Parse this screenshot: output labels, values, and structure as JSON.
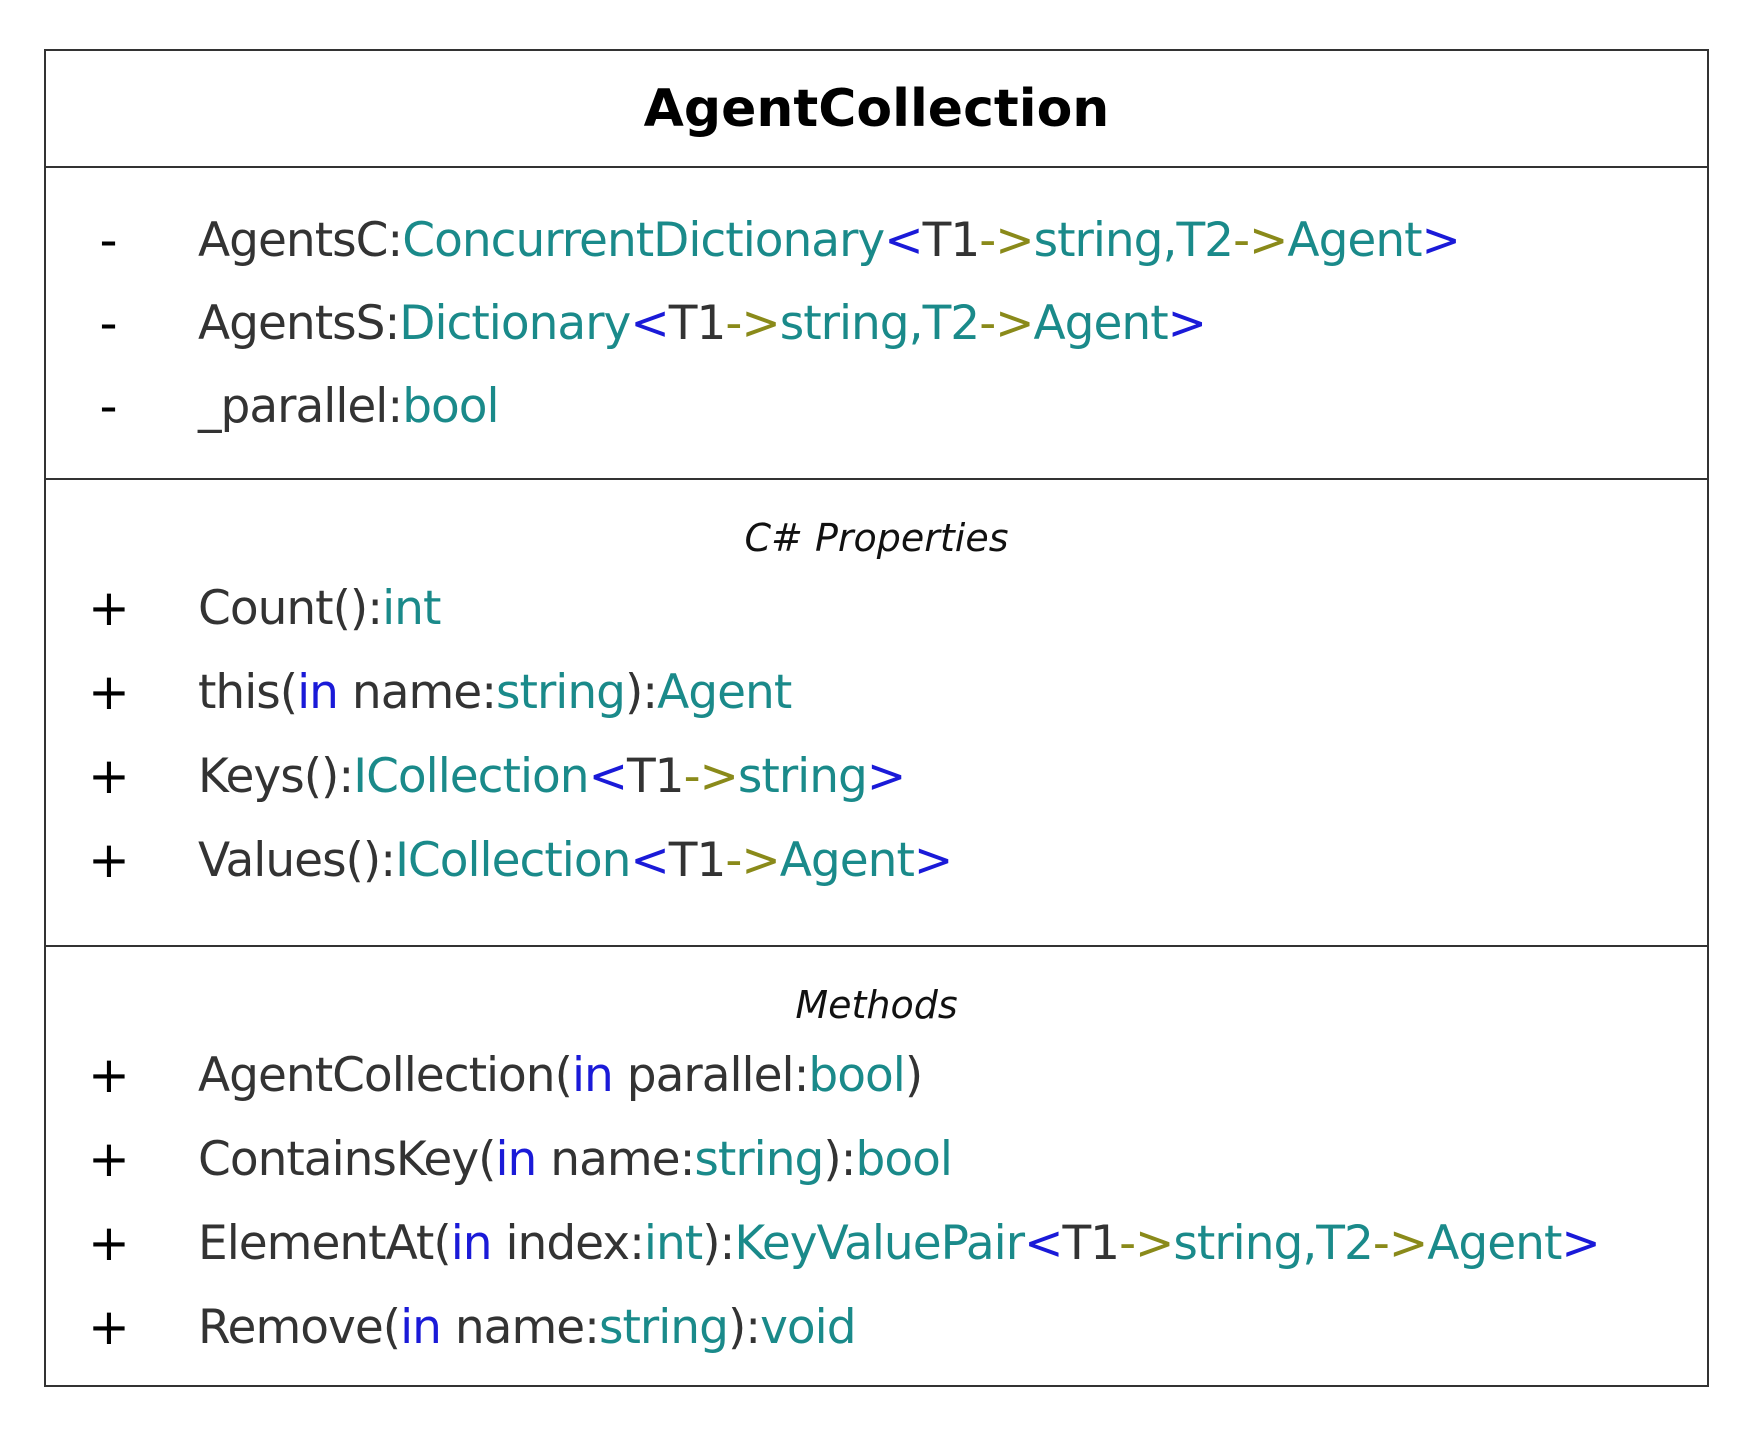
{
  "class": {
    "name": "AgentCollection"
  },
  "attributes": [
    {
      "vis": "-",
      "name": "AgentsC:",
      "type": "ConcurrentDictionary",
      "lt": "<",
      "p1": "T1",
      "arr1": "->",
      "p1type": "string,",
      "p2": "T2",
      "arr2": "->",
      "p2type": "Agent",
      "gt": ">"
    },
    {
      "vis": "-",
      "name": "AgentsS:",
      "type": "Dictionary",
      "lt": "<",
      "p1": "T1",
      "arr1": "->",
      "p1type": "string,",
      "p2": "T2",
      "arr2": "->",
      "p2type": "Agent",
      "gt": ">"
    },
    {
      "vis": "-",
      "name": "_parallel:",
      "type": "bool"
    }
  ],
  "properties": {
    "title": "C# Properties",
    "items": [
      {
        "vis": "+",
        "name": "Count():",
        "type": "int"
      },
      {
        "vis": "+",
        "name": "this(",
        "kw": "in",
        "pname": " name:",
        "ptype": "string",
        "close": "):",
        "type": "Agent"
      },
      {
        "vis": "+",
        "name": "Keys():",
        "type": "ICollection",
        "lt": "<",
        "p1": "T1",
        "arr1": "->",
        "p1type": "string",
        "gt": ">"
      },
      {
        "vis": "+",
        "name": "Values():",
        "type": "ICollection",
        "lt": "<",
        "p1": "T1",
        "arr1": "->",
        "p1type": "Agent",
        "gt": ">"
      }
    ]
  },
  "methods": {
    "title": "Methods",
    "items": [
      {
        "vis": "+",
        "name": "AgentCollection(",
        "kw": "in",
        "pname": " parallel:",
        "ptype": "bool",
        "close": ")"
      },
      {
        "vis": "+",
        "name": "ContainsKey(",
        "kw": "in",
        "pname": " name:",
        "ptype": "string",
        "close": "):",
        "type": "bool"
      },
      {
        "vis": "+",
        "name": "ElementAt(",
        "kw": "in",
        "pname": " index:",
        "ptype": "int",
        "close": "):",
        "type": "KeyValuePair",
        "lt": "<",
        "p1": "T1",
        "arr1": "->",
        "p1type": "string,",
        "p2": "T2",
        "arr2": "->",
        "p2type": "Agent",
        "gt": ">"
      },
      {
        "vis": "+",
        "name": "Remove(",
        "kw": "in",
        "pname": " name:",
        "ptype": "string",
        "close": "):",
        "type": "void"
      }
    ]
  }
}
